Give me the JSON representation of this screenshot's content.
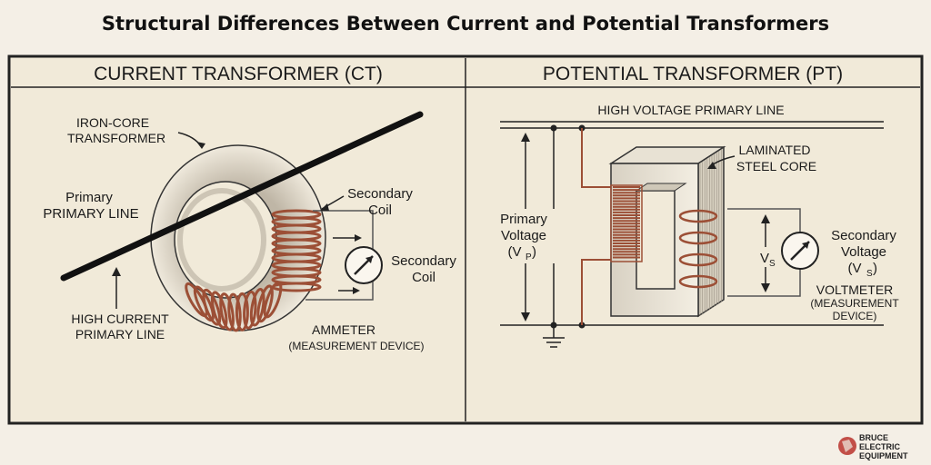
{
  "title": "Structural Differences Between Current and Potential Transformers",
  "ct": {
    "heading": "CURRENT TRANSFORMER (CT)",
    "core_label_1": "IRON-CORE",
    "core_label_2": "TRANSFORMER",
    "primary_label_1": "Primary",
    "primary_label_2": "PRIMARY LINE",
    "secondary_coil_1": "Secondary",
    "secondary_coil_1b": "Coil",
    "secondary_coil_2": "Secondary",
    "secondary_coil_2b": "Coil",
    "high_current_1": "HIGH CURRENT",
    "high_current_2": "PRIMARY LINE",
    "ammeter_1": "AMMETER",
    "ammeter_2": "(MEASUREMENT DEVICE)"
  },
  "pt": {
    "heading": "POTENTIAL TRANSFORMER (PT)",
    "hv_line": "HIGH VOLTAGE PRIMARY LINE",
    "core_1": "LAMINATED",
    "core_2": "STEEL CORE",
    "primary_voltage_1": "Primary",
    "primary_voltage_2": "Voltage",
    "primary_voltage_3": "(V",
    "primary_voltage_sub": "P",
    "vs": "V",
    "vs_sub": "S",
    "secondary_voltage_1": "Secondary",
    "secondary_voltage_2": "Voltage",
    "secondary_voltage_3": "(V",
    "secondary_voltage_sub": "S",
    "voltmeter_1": "VOLTMETER",
    "voltmeter_2": "(MEASUREMENT",
    "voltmeter_3": "DEVICE)"
  },
  "logo": {
    "line1": "BRUCE",
    "line2": "ELECTRIC",
    "line3": "EQUIPMENT"
  },
  "colors": {
    "copper": "#9c4f36",
    "ink": "#1b1b1b",
    "paper": "#f1ead9"
  }
}
